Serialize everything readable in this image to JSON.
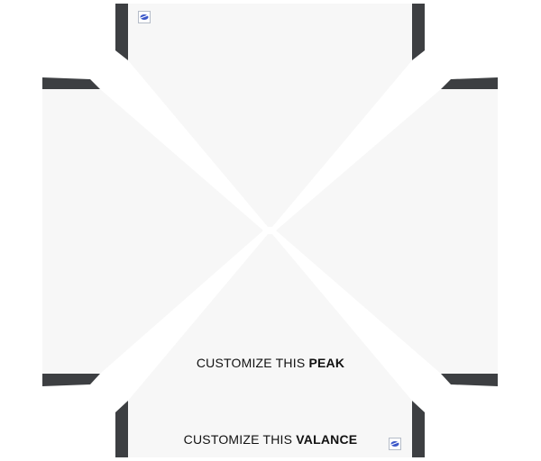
{
  "colors": {
    "panel": "#f7f7f7",
    "frame": "#3d3f42",
    "background": "#ffffff",
    "text": "#111111",
    "logo_blue": "#3a56c8"
  },
  "peak": {
    "prefix": "CUSTOMIZE THIS ",
    "emphasis": "PEAK"
  },
  "valance": {
    "prefix": "CUSTOMIZE THIS ",
    "emphasis": "VALANCE"
  },
  "icons": {
    "top_logo": "brand-logo-icon",
    "bottom_logo": "brand-logo-icon"
  }
}
